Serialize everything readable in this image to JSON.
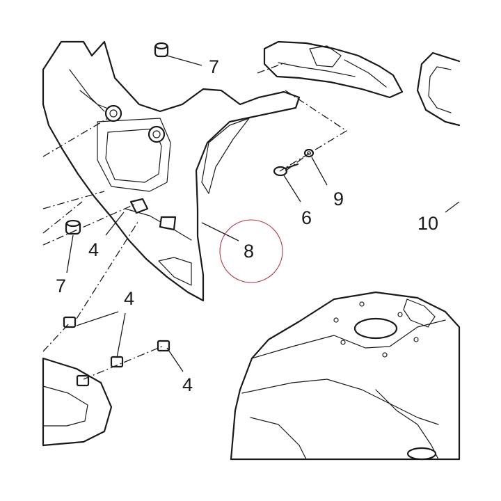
{
  "callouts": {
    "c4a": "4",
    "c4b": "4",
    "c4c": "4",
    "c6": "6",
    "c7a": "7",
    "c7b": "7",
    "c8": "8",
    "c9": "9",
    "c10": "10"
  },
  "colors": {
    "ink": "#1a1a1a",
    "highlight": "#b23a48",
    "background": "#ffffff"
  }
}
